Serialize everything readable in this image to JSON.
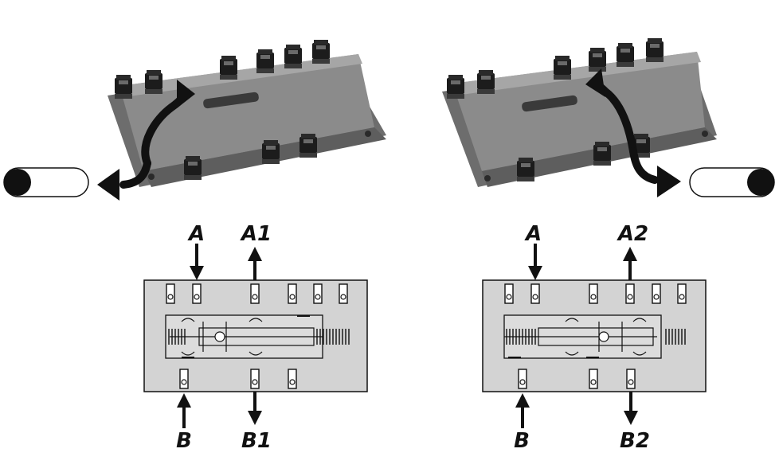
{
  "left_panel": {
    "toggle_state": "left",
    "labels": {
      "top_in": "A",
      "top_out": "A1",
      "bottom_in": "B",
      "bottom_out": "B1"
    }
  },
  "right_panel": {
    "toggle_state": "right",
    "labels": {
      "top_in": "A",
      "top_out": "A2",
      "bottom_in": "B",
      "bottom_out": "B2"
    }
  },
  "colors": {
    "housing": "#8b8b8b",
    "housing_dark": "#5e5e5e",
    "housing_light": "#a6a6a6",
    "schematic_fill": "#d3d3d3",
    "ink": "#111111"
  }
}
